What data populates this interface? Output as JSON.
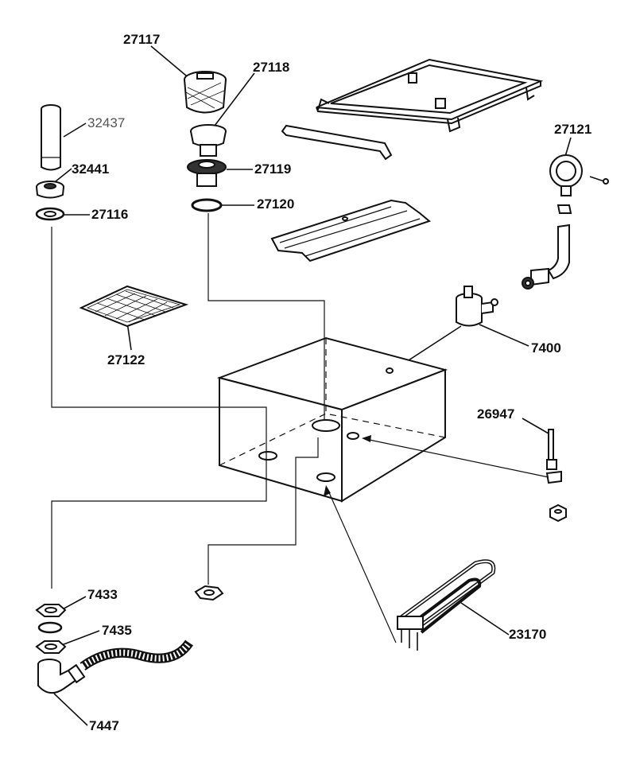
{
  "parts": [
    {
      "id": "p27117",
      "label": "27117"
    },
    {
      "id": "p27118",
      "label": "27118"
    },
    {
      "id": "p32437",
      "label": "32437"
    },
    {
      "id": "p32441",
      "label": "32441"
    },
    {
      "id": "p27119",
      "label": "27119"
    },
    {
      "id": "p27116",
      "label": "27116"
    },
    {
      "id": "p27120",
      "label": "27120"
    },
    {
      "id": "p27121",
      "label": "27121"
    },
    {
      "id": "p27122",
      "label": "27122"
    },
    {
      "id": "p7400",
      "label": "7400"
    },
    {
      "id": "p26947",
      "label": "26947"
    },
    {
      "id": "p7433",
      "label": "7433"
    },
    {
      "id": "p7435",
      "label": "7435"
    },
    {
      "id": "p23170",
      "label": "23170"
    },
    {
      "id": "p7447",
      "label": "7447"
    }
  ]
}
